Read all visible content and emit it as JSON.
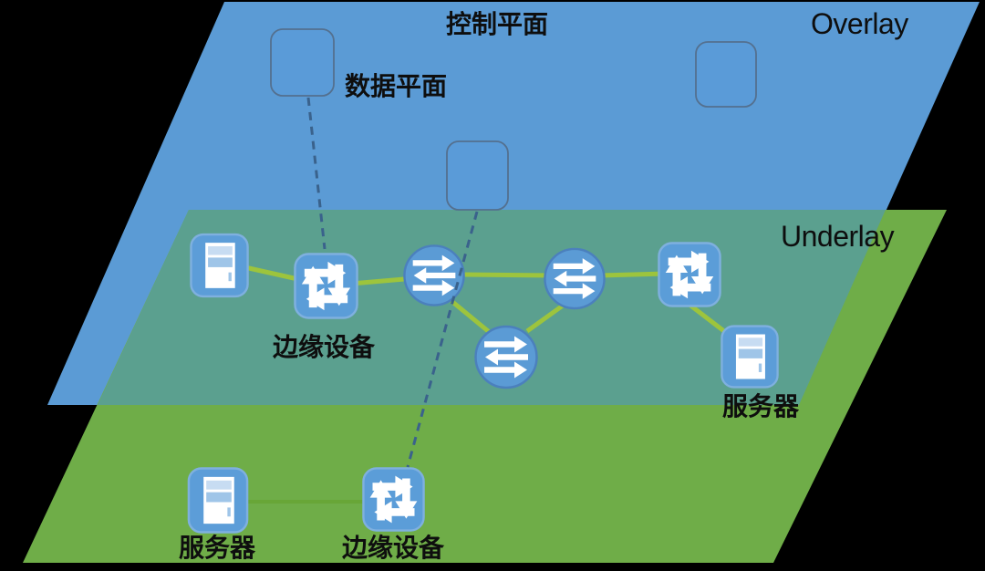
{
  "diagram_title": "Overlay / Underlay network planes diagram",
  "planes": {
    "overlay": {
      "label": "Overlay",
      "color": "#5b9bd5"
    },
    "underlay": {
      "label": "Underlay",
      "color": "#6fad48"
    },
    "overlap_color": "#5ba08f"
  },
  "annotations": {
    "control_plane": "控制平面",
    "data_plane": "数据平面"
  },
  "node_labels": {
    "edge_device_mid": "边缘设备",
    "server_right": "服务器",
    "server_bottom": "服务器",
    "edge_device_bottom": "边缘设备"
  },
  "icons": {
    "controller": "controller-box-icon",
    "edge_device": "edge-device-cycle-arrows-icon",
    "switch": "switch-circle-arrows-icon",
    "server": "server-tower-icon"
  },
  "styles": {
    "link_color": "#9dc43d",
    "faint_link_color": "#68a637",
    "control_session_color": "#3a628c",
    "icon_fill": "#5b9dd8",
    "icon_glyph_color": "#ffffff",
    "background": "#000000",
    "text_color": "#0e0e0e"
  }
}
